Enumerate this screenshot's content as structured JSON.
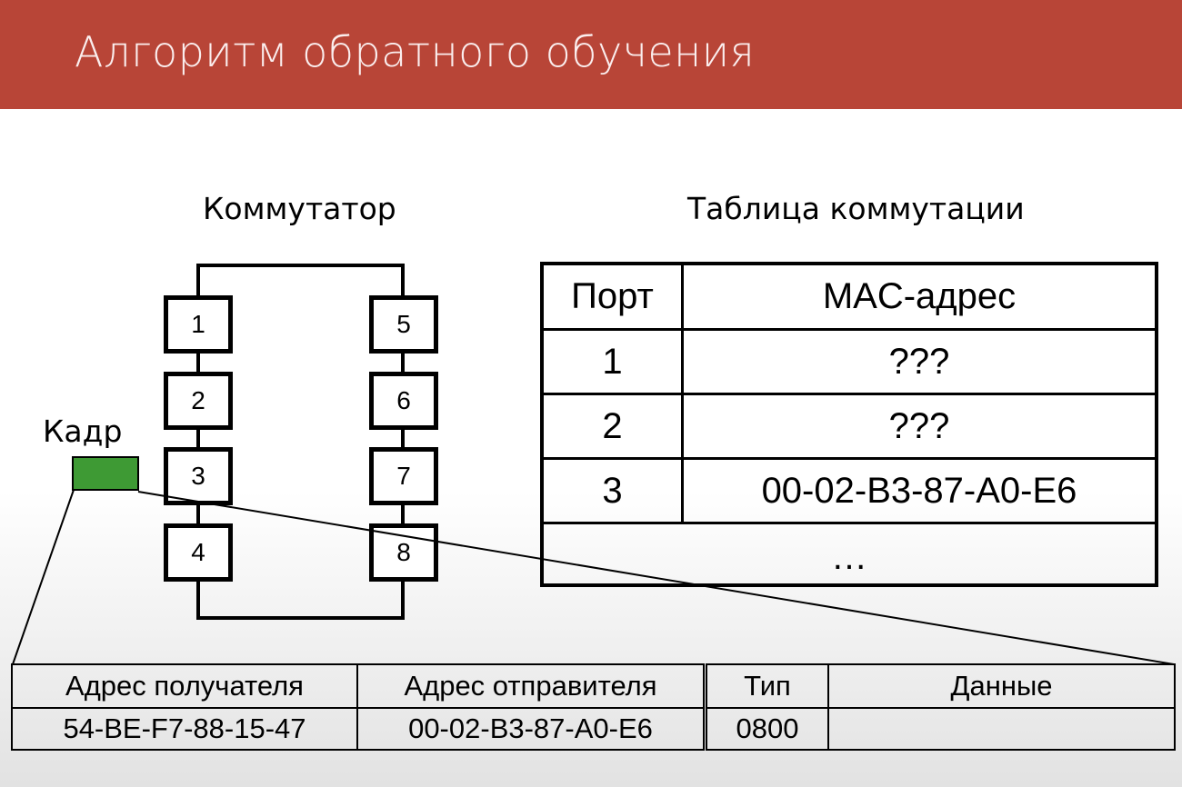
{
  "header": {
    "title": "Алгоритм обратного обучения",
    "color": "#b84537"
  },
  "switch": {
    "title": "Коммутатор",
    "ports_left": [
      "1",
      "2",
      "3",
      "4"
    ],
    "ports_right": [
      "5",
      "6",
      "7",
      "8"
    ]
  },
  "frame": {
    "label": "Кадр",
    "color": "#3e9a34"
  },
  "mac_table": {
    "title": "Таблица коммутации",
    "headers": [
      "Порт",
      "MAC-адрес"
    ],
    "rows": [
      {
        "port": "1",
        "mac": "???"
      },
      {
        "port": "2",
        "mac": "???"
      },
      {
        "port": "3",
        "mac": "00-02-B3-87-A0-E6"
      }
    ],
    "ellipsis": "…"
  },
  "frame_fields": {
    "headers": [
      "Адрес получателя",
      "Адрес отправителя",
      "Тип",
      "Данные"
    ],
    "values": [
      "54-BE-F7-88-15-47",
      "00-02-B3-87-A0-E6",
      "0800",
      ""
    ]
  }
}
